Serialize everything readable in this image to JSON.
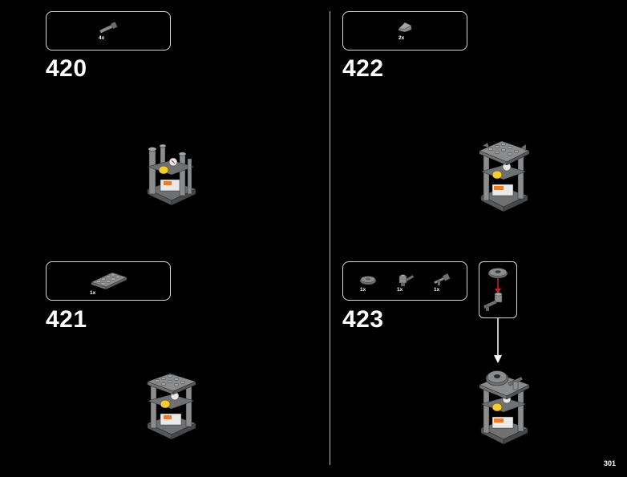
{
  "page": {
    "number": "301"
  },
  "steps": [
    {
      "number": "420",
      "parts": [
        {
          "qty": "4x",
          "icon": "round-bar-piece-icon"
        }
      ]
    },
    {
      "number": "421",
      "parts": [
        {
          "qty": "1x",
          "icon": "plate-2x4-piece-icon"
        }
      ]
    },
    {
      "number": "422",
      "parts": [
        {
          "qty": "2x",
          "icon": "slope-piece-icon"
        }
      ]
    },
    {
      "number": "423",
      "parts": [
        {
          "qty": "1x",
          "icon": "round-dish-piece-icon"
        },
        {
          "qty": "1x",
          "icon": "bar-holder-clip-piece-icon"
        },
        {
          "qty": "1x",
          "icon": "bar-piece-icon"
        }
      ]
    }
  ],
  "colors": {
    "background": "#000000",
    "border": "#d8d8d8",
    "brick_gray": "#8a8c8e",
    "accent_orange": "#f07a21",
    "accent_yellow": "#f5cd2f",
    "arrow_red": "#c4281c"
  }
}
